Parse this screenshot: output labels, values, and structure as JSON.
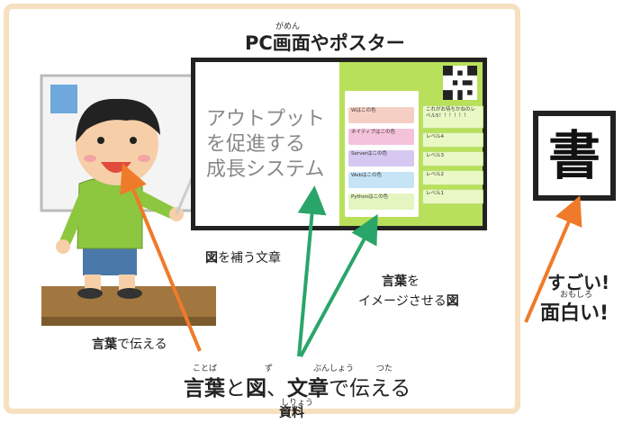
{
  "colors": {
    "frame": "#f7e0c0",
    "arrow_orange": "#ef7a2a",
    "arrow_green": "#2aa56a",
    "screen_green": "#b8e05a"
  },
  "title": {
    "ruby": "がめん",
    "text": "PC画面やポスター"
  },
  "screen": {
    "promo_lines": [
      "アウトプット",
      "を促進する",
      "成長システム"
    ],
    "phone_cards": [
      {
        "text": "Wはこの色",
        "color": "#f6cfc4"
      },
      {
        "text": "ネイティブはこの色",
        "color": "#f5c2dc"
      },
      {
        "text": "Serverはこの色",
        "color": "#d6c8f0"
      },
      {
        "text": "Webはこの色",
        "color": "#c6e4f6"
      },
      {
        "text": "Pythonはこの色",
        "color": "#e4f5c0"
      }
    ],
    "levels": [
      {
        "text": "これがお待ちかねのレベル5！！！！！！"
      },
      {
        "text": "レベル4"
      },
      {
        "text": "レベル3"
      },
      {
        "text": "レベル2"
      },
      {
        "text": "レベル1"
      }
    ],
    "qr_icon": "qr-code-icon"
  },
  "labels": {
    "figure_support": {
      "bold": "図",
      "rest": "を補う文章"
    },
    "image_words_line1": {
      "bold": "言葉",
      "rest": "を"
    },
    "image_words_line2": {
      "rest": "イメージさせる",
      "bold": "図"
    },
    "convey_by_words": {
      "bold": "言葉",
      "rest": "で伝える"
    },
    "wow": "すごい!",
    "interesting_ruby": "おもしろ",
    "interesting": "面白い!",
    "sign_char": "書"
  },
  "bottom": {
    "ruby_kotoba": "ことば",
    "ruby_zu": "ず",
    "ruby_bunshou": "ぶんしょう",
    "ruby_tsuta": "つた",
    "words": "言葉",
    "to": "と",
    "figure": "図",
    "comma": "、",
    "sentence": "文章",
    "convey": "で伝える",
    "ruby_shiryou": "しりょう",
    "material": "資料"
  }
}
